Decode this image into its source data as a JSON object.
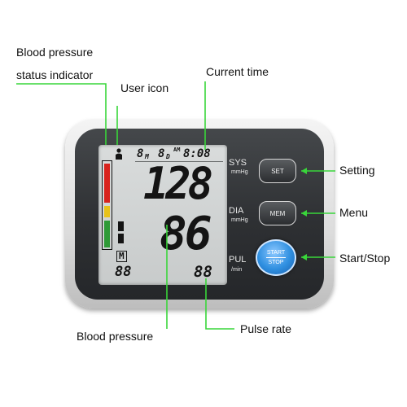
{
  "callouts": {
    "status_indicator_line1": "Blood pressure",
    "status_indicator_line2": "status indicator",
    "user_icon": "User icon",
    "current_time": "Current time",
    "setting": "Setting",
    "menu": "Menu",
    "start_stop": "Start/Stop",
    "blood_pressure": "Blood pressure",
    "pulse_rate": "Pulse rate"
  },
  "display": {
    "month": "8",
    "month_unit": "M",
    "day": "8",
    "day_unit": "D",
    "am_pm": "AM",
    "time": "8:08",
    "systolic": "128",
    "diastolic": "86",
    "memory_flag": "M",
    "memory_number": "88",
    "pulse": "88"
  },
  "panel": {
    "sys_label": "SYS",
    "sys_unit": "mmHg",
    "dia_label": "DIA",
    "dia_unit": "mmHg",
    "pul_label": "PUL",
    "pul_unit": "/min"
  },
  "buttons": {
    "set": "SET",
    "mem": "MEM",
    "start": "START",
    "stop": "STOP"
  },
  "indicator_levels": [
    "red",
    "yellow",
    "green"
  ],
  "colors": {
    "callout_line": "#39d63a",
    "device_body": "#2e3033",
    "lcd_screen": "#cfd2d2",
    "indicator_red": "#d8231d",
    "indicator_yellow": "#e7c21a",
    "indicator_green": "#2f9a37",
    "start_button": "#2f8fe0"
  }
}
